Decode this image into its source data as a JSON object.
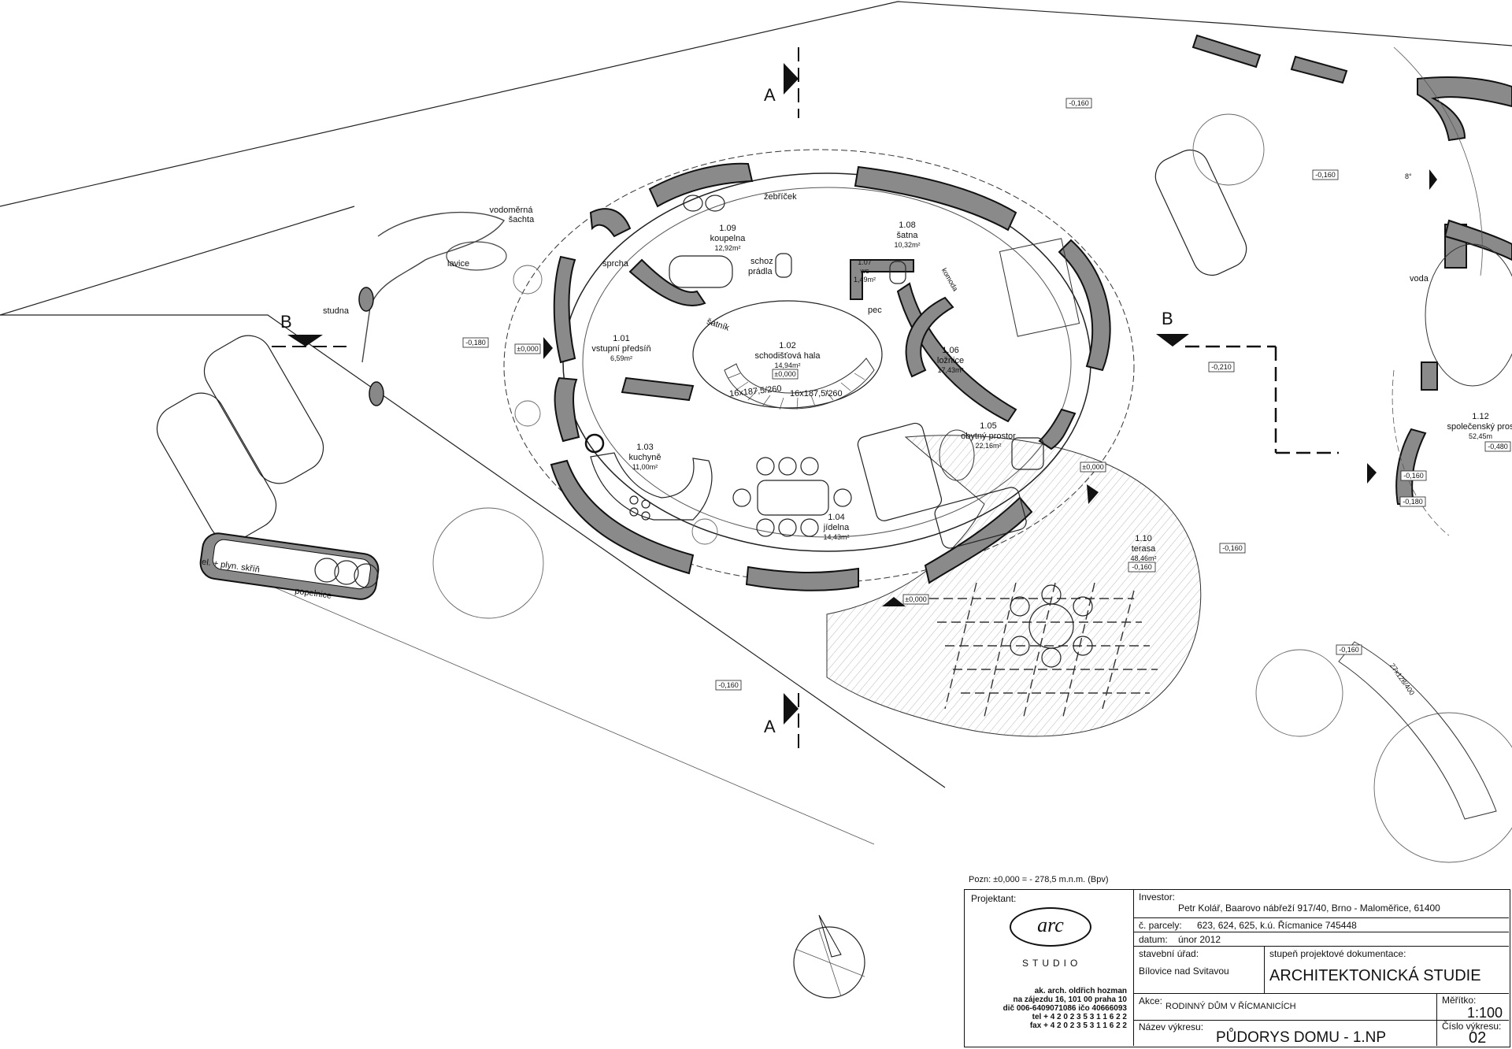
{
  "drawing": {
    "section_marks": {
      "a": "A",
      "b": "B"
    },
    "rooms": [
      {
        "id": "1.01",
        "name": "vstupní předsíň",
        "area": "6,59m²"
      },
      {
        "id": "1.02",
        "name": "schodišťová hala",
        "area": "14,94m²"
      },
      {
        "id": "1.03",
        "name": "kuchyně",
        "area": "11,00m²"
      },
      {
        "id": "1.04",
        "name": "jídelna",
        "area": "14,43m²"
      },
      {
        "id": "1.05",
        "name": "obytný prostor",
        "area": "22,16m²"
      },
      {
        "id": "1.06",
        "name": "ložnice",
        "area": "17,43m²"
      },
      {
        "id": "1.07",
        "name": "wc",
        "area": "1,49m²"
      },
      {
        "id": "1.08",
        "name": "šatna",
        "area": "10,32m²"
      },
      {
        "id": "1.09",
        "name": "koupelna",
        "area": "12,92m²"
      },
      {
        "id": "1.10",
        "name": "terasa",
        "area": "48,46m²"
      },
      {
        "id": "1.12",
        "name": "společenský pros",
        "area": "52,45m"
      }
    ],
    "labels": {
      "vodomerna": "vodoměrná",
      "sachta": "šachta",
      "lavice": "lavice",
      "studna": "studna",
      "sprcha": "sprcha",
      "zebricek": "žebříček",
      "schoz": "schoz",
      "pradla": "prádla",
      "satnik": "šatník",
      "pec": "pec",
      "komoda": "komoda",
      "voda": "voda",
      "popelnice": "popelnice",
      "el_skrin": "el. + plyn. skříň",
      "stairs_1": "16x187,5/260",
      "stairs_2": "16x187,5/260",
      "ramp": "27x128/400",
      "angle": "8°"
    },
    "levels": {
      "hall": "±0,000",
      "entry": "±0,000",
      "terrace_door": "±0,000",
      "south_door": "±0,000",
      "terrace": "-0,160",
      "w_garden": "-0,180",
      "n_garden": "-0,160",
      "ne_garden": "-0,160",
      "e_garden": "-0,210",
      "s_garden": "-0,160",
      "se_garden": "-0,160",
      "east_1": "-0,160",
      "east_2": "-0,180",
      "east_3": "-0,480",
      "terrace_right": "-0,160"
    },
    "datum_note": "Pozn: ±0,000 = - 278,5 m.n.m. (Bpv)"
  },
  "title_block": {
    "projektant_label": "Projektant:",
    "logo_text": "arc",
    "studio_text": "STUDIO",
    "architect": [
      "ak. arch. oldřich hozman",
      "na zájezdu 16, 101 00 praha 10",
      "dič 006-6409071086 ičo 40666093",
      "tel + 4 2 0   2 3 5   3 1   1 6   2 2",
      "fax + 4 2 0   2 3 5   3 1   1 6   2 2"
    ],
    "investor_label": "Investor:",
    "investor": "Petr Kolář, Baarovo nábřeží 917/40, Brno - Maloměřice, 61400",
    "parcely_label": "č. parcely:",
    "parcely": "623, 624, 625, k.ú. Řícmanice 745448",
    "datum_label": "datum:",
    "datum": "únor 2012",
    "urad_label": "stavební úřad:",
    "urad": "Bílovice nad Svitavou",
    "stupen_label": "stupeň projektové dokumentace:",
    "stupen": "ARCHITEKTONICKÁ STUDIE",
    "akce_label": "Akce:",
    "akce": "RODINNÝ DŮM V ŘÍCMANICÍCH",
    "meritko_label": "Měřítko:",
    "meritko": "1:100",
    "nazev_label": "Název výkresu:",
    "nazev": "PŮDORYS DOMU - 1.NP",
    "cislo_label": "Číslo výkresu:",
    "cislo": "02"
  }
}
